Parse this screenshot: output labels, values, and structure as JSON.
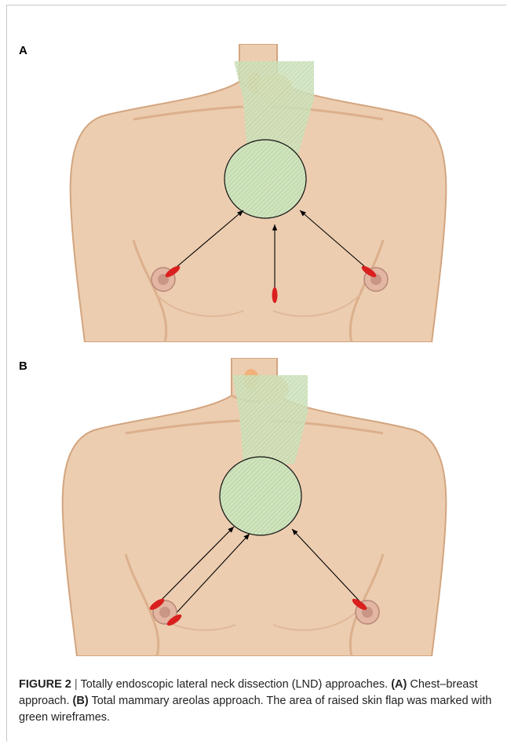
{
  "panels": [
    {
      "label": "A"
    },
    {
      "label": "B"
    }
  ],
  "caption": {
    "figure_label": "FIGURE 2",
    "separator": "|",
    "title": "Totally endoscopic lateral neck dissection (LND) approaches.",
    "a_label": "(A)",
    "a_text": "Chest–breast approach.",
    "b_label": "(B)",
    "b_text": "Total mammary areolas approach. The area of raised skin flap was marked with green wireframes."
  },
  "colors": {
    "skin": "#eccdb0",
    "skin_shadow": "#dcb08c",
    "skin_outline": "#c9966f",
    "flap_green": "#c9dfb5",
    "thyroid": "#e9b27a",
    "incision_red": "#d9201f",
    "areola": "#d49a8a"
  },
  "icons": [
    "torso-illustration",
    "thyroid-gland-icon",
    "incision-mark-icon",
    "areola-icon"
  ]
}
